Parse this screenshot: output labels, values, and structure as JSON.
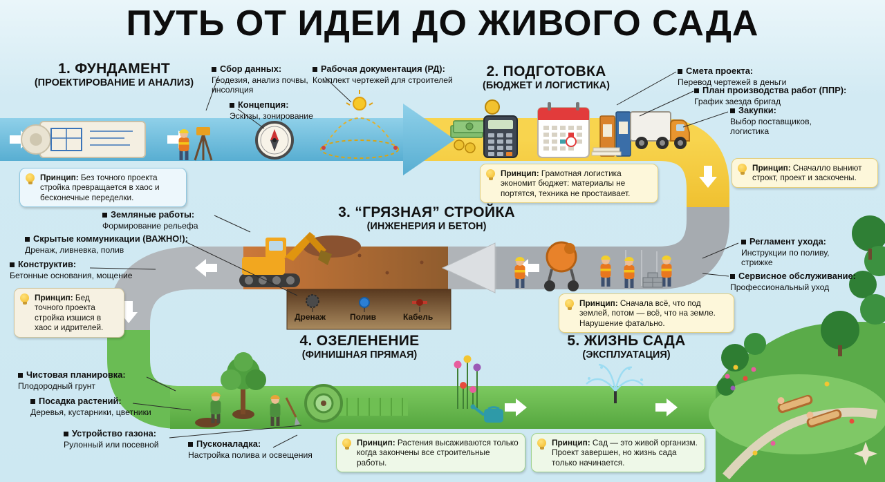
{
  "title": "ПУТЬ ОТ ИДЕИ ДО ЖИВОГО САДА",
  "stages": {
    "s1": {
      "title": "1. ФУНДАМЕНТ",
      "subtitle": "(ПРОЕКТИРОВАНИЕ И АНАЛИЗ)",
      "notes": [
        {
          "label": "Сбор данных:",
          "text": "Геодезия, анализ почвы, инсоляция"
        },
        {
          "label": "Концепция:",
          "text": "Эскизы, зонирование"
        },
        {
          "label": "Рабочая документация (РД):",
          "text": "Комплект чертежей для строителей"
        }
      ],
      "principle": {
        "label": "Принцип:",
        "text": "Без точного проекта стройка превращается в хаос и бесконечные переделки."
      }
    },
    "s2": {
      "title": "2. ПОДГОТОВКА",
      "subtitle": "(БЮДЖЕТ И ЛОГИСТИКА)",
      "notes": [
        {
          "label": "Смета проекта:",
          "text": "Перевод чертежей в деньги"
        },
        {
          "label": "План производства работ (ППР):",
          "text": "График заезда бригад"
        },
        {
          "label": "Закупки:",
          "text": "Выбор поставщиков, логистика"
        }
      ],
      "principle": {
        "label": "Принцип:",
        "text": "Грамотная логистика экономит бюджет: материалы не портятся, техника не простаивает."
      },
      "principle_right": {
        "label": "Принцип:",
        "text": "Сначалло выниют строкт, проект и заскочены."
      }
    },
    "s3": {
      "title": "3. “ГРЯЗНАЯ” СТРОЙКА",
      "subtitle": "(ИНЖЕНЕРИЯ И БЕТОН)",
      "notes": [
        {
          "label": "Земляные работы:",
          "text": "Формирование рельефа"
        },
        {
          "label": "Скрытые коммуникации (ВАЖНО!):",
          "text": "Дренаж, ливневка, полив"
        },
        {
          "label": "Конструктив:",
          "text": "Бетонные основания, мощение"
        }
      ],
      "trench_labels": [
        "Дренаж",
        "Полив",
        "Кабель"
      ],
      "principle_left": {
        "label": "Принцип:",
        "text": "Бед точного проекта стройка изшися в хаос и идрителей."
      },
      "principle": {
        "label": "Принцип:",
        "text": "Сначала всё, что под землей, потом — всё, что на земле. Нарушение фатально."
      }
    },
    "s4": {
      "title": "4. ОЗЕЛЕНЕНИЕ",
      "subtitle": "(ФИНИШНАЯ ПРЯМАЯ)",
      "notes": [
        {
          "label": "Чистовая планировка:",
          "text": "Плодородный грунт"
        },
        {
          "label": "Посадка растений:",
          "text": "Деревья, кустарники, цветники"
        },
        {
          "label": "Устройство газона:",
          "text": "Рулонный или посевной"
        },
        {
          "label": "Пусконаладка:",
          "text": "Настройка полива и освещения"
        }
      ],
      "principle": {
        "label": "Принцип:",
        "text": "Растения высаживаются только когда закончены все строительные работы."
      }
    },
    "s5": {
      "title": "5. ЖИЗНЬ САДА",
      "subtitle": "(ЭКСПЛУАТАЦИЯ)",
      "notes": [
        {
          "label": "Регламент ухода:",
          "text": "Инструкции по поливу, стрижке"
        },
        {
          "label": "Сервисное обслуживание:",
          "text": "Профессиональный уход"
        }
      ],
      "principle": {
        "label": "Принцип:",
        "text": "Сад — это живой организм. Проект завершен, но жизнь сада только начинается."
      }
    }
  },
  "colors": {
    "background": "#cde8f2",
    "path_blue": "#6fbedd",
    "path_yellow": "#f5c93e",
    "path_gray": "#a7abb0",
    "path_dirt": "#b5622f",
    "path_green": "#6abc54",
    "principle_blue_bg": "#edf7fc",
    "principle_yellow_bg": "#fdf7da",
    "principle_green_bg": "#eef8e8"
  }
}
